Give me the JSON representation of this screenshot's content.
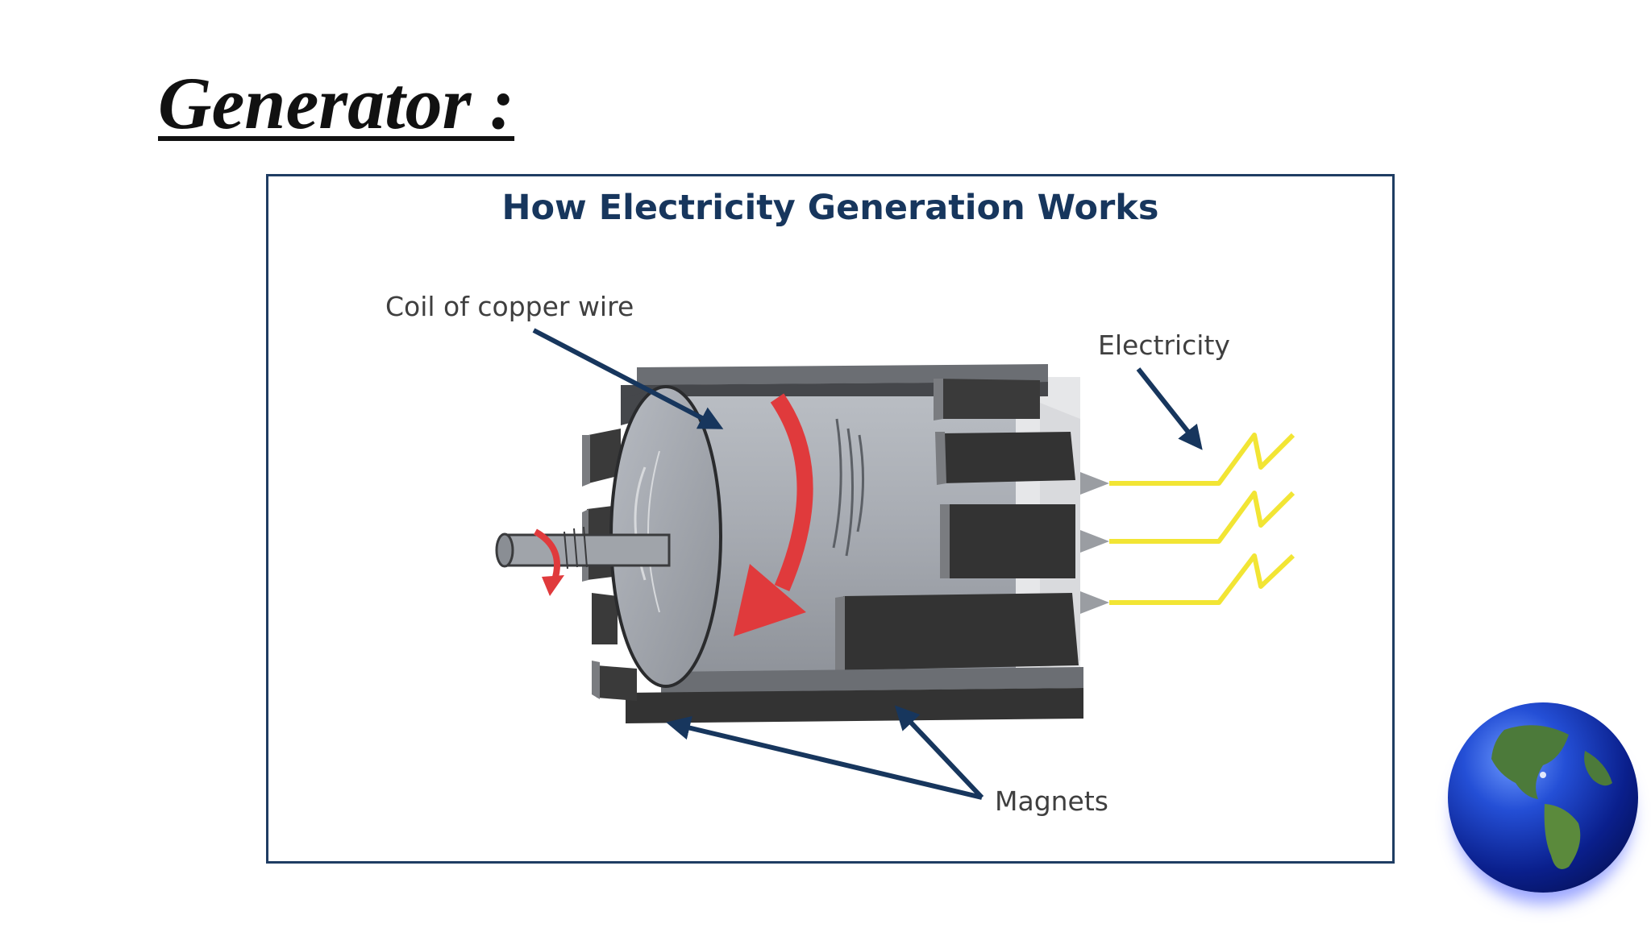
{
  "slide": {
    "title": "Generator :"
  },
  "diagram": {
    "title": "How Electricity Generation Works",
    "labels": {
      "coil": "Coil of copper wire",
      "electricity": "Electricity",
      "magnets": "Magnets"
    },
    "colors": {
      "title_blue": "#17365d",
      "arrow_blue": "#17365d",
      "rotation_red": "#e03a3c",
      "electricity_yellow": "#f2e534",
      "magnet_dark": "#333333",
      "coil_gray": "#a9adb4",
      "frame_border": "#1f3d63"
    }
  },
  "decoration": {
    "globe_icon": "earth-globe-icon"
  }
}
